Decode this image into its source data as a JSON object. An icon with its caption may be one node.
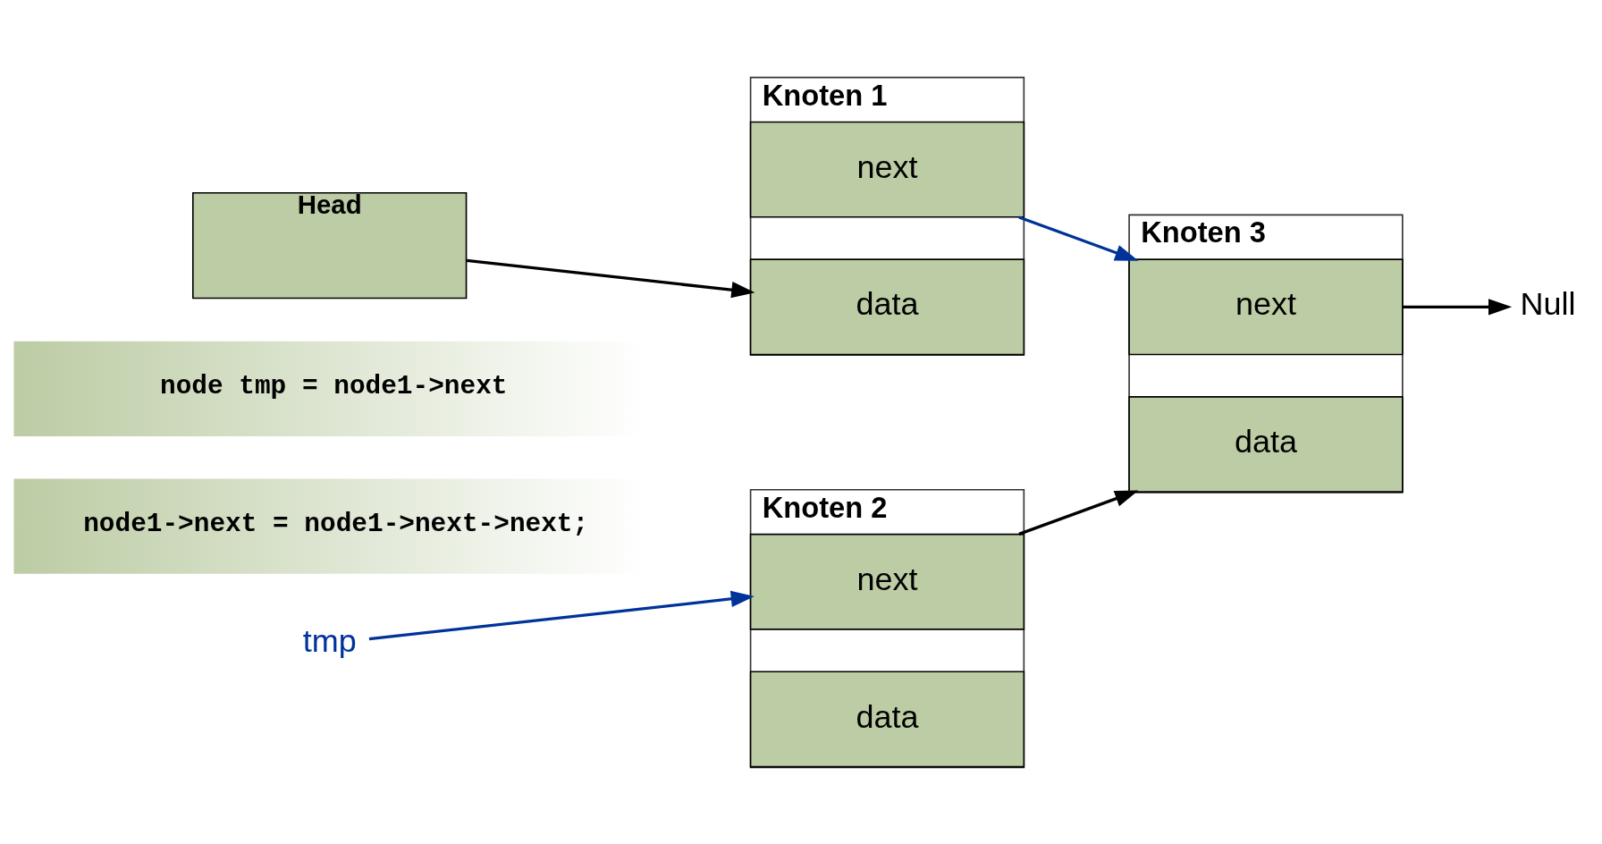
{
  "diagram": {
    "nodes": [
      {
        "text": [
          "Head"
        ]
      },
      {
        "text": [
          "Knoten 1"
        ]
      },
      {
        "text": [
          "data"
        ],
        "in": 1
      },
      {
        "text": [
          "next"
        ],
        "in": 1
      },
      {
        "text": [
          "Knoten 2"
        ]
      },
      {
        "text": [
          "data"
        ],
        "in": 4
      },
      {
        "text": [
          "next"
        ],
        "in": 4
      },
      {
        "text": [
          "Knoten 3"
        ]
      },
      {
        "text": [
          "data"
        ],
        "in": 7
      },
      {
        "text": [
          "next"
        ],
        "in": 7
      },
      {
        "text": [
          "Null"
        ]
      },
      {
        "text": [
          "tmp"
        ]
      },
      {
        "text": [
          "node tmp = node1->next"
        ]
      },
      {
        "text": [
          "node1->next = node1->next->next;"
        ]
      }
    ],
    "edges": [
      {
        "from": 0,
        "to": 2,
        "arrow": "to"
      },
      {
        "from": 3,
        "to": 9,
        "arrow": "to",
        "color": "#003399"
      },
      {
        "from": 6,
        "to": 8,
        "arrow": "to"
      },
      {
        "from": 9,
        "to": 10,
        "arrow": "to"
      },
      {
        "from": 11,
        "to": 6,
        "arrow": "to",
        "color": "#003399"
      }
    ]
  }
}
